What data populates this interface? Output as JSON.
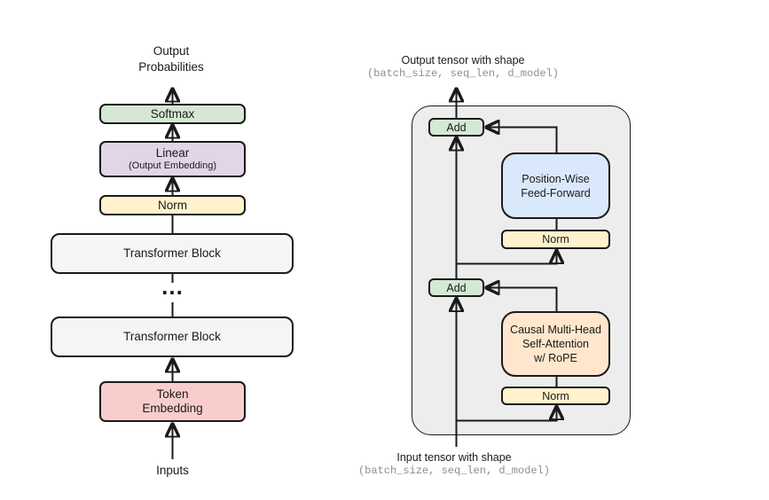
{
  "colors": {
    "background": "#ffffff",
    "stroke": "#1a1a1a",
    "green": "#d5e8d4",
    "purple": "#e1d5e7",
    "yellow": "#fff2cc",
    "blue": "#dae8fc",
    "orange": "#ffe6cc",
    "pink": "#f8cecc",
    "block_gray": "#f5f5f5",
    "container_gray": "#ededed",
    "mono_gray": "#8f8f8f"
  },
  "left_diagram": {
    "output_caption": {
      "line1": "Output",
      "line2": "Probabilities"
    },
    "softmax_label": "Softmax",
    "linear": {
      "line1": "Linear",
      "line2": "(Output Embedding)"
    },
    "norm_label": "Norm",
    "transformer_block_top_label": "Transformer Block",
    "ellipsis": "...",
    "transformer_block_bottom_label": "Transformer Block",
    "token_embedding": {
      "line1": "Token",
      "line2": "Embedding"
    },
    "inputs_label": "Inputs"
  },
  "right_diagram": {
    "output_caption": {
      "line1": "Output tensor with shape",
      "line2": "(batch_size, seq_len, d_model)"
    },
    "add_top_label": "Add",
    "feed_forward": {
      "line1": "Position-Wise",
      "line2": "Feed-Forward"
    },
    "norm_top_label": "Norm",
    "add_bottom_label": "Add",
    "attention": {
      "line1": "Causal Multi-Head",
      "line2": "Self-Attention",
      "line3": "w/ RoPE"
    },
    "norm_bottom_label": "Norm",
    "input_caption": {
      "line1": "Input tensor with shape",
      "line2": "(batch_size, seq_len, d_model)"
    }
  }
}
